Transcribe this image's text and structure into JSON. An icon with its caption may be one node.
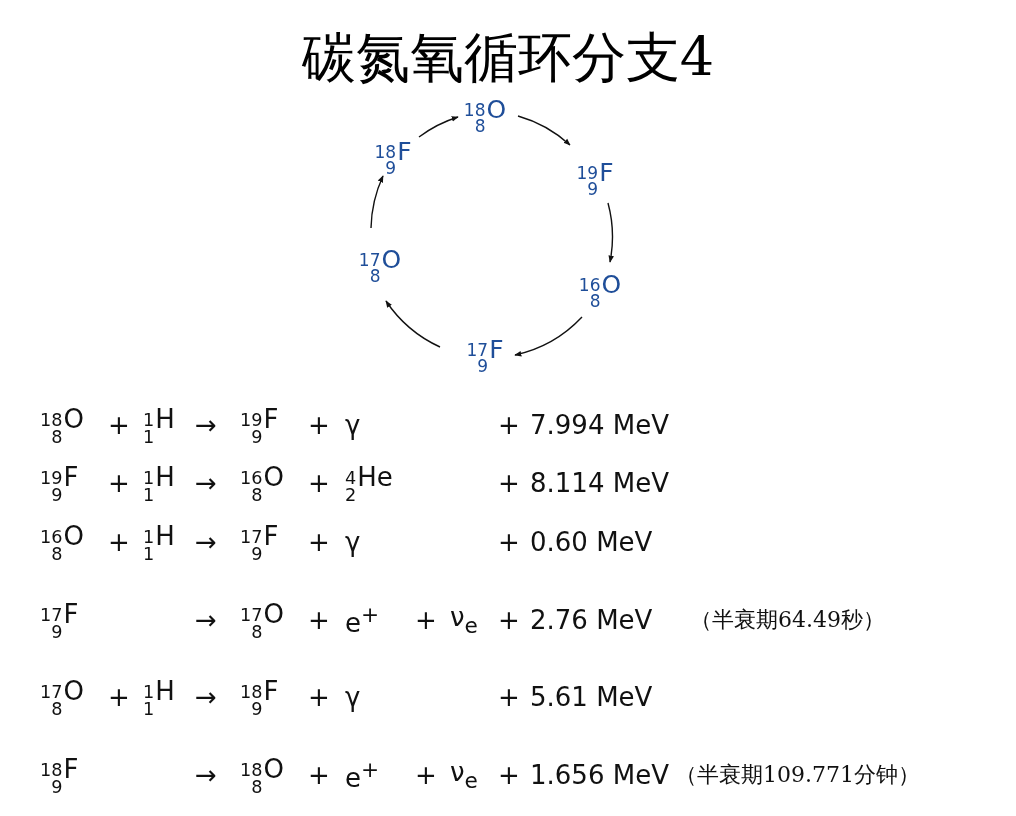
{
  "diagram": {
    "title": "碳氮氧循环分支4",
    "nodes": [
      {
        "text": [
          "$^{18}$$_{8}$O"
        ]
      },
      {
        "text": [
          "$^{19}$$_{9}$F"
        ]
      },
      {
        "text": [
          "$^{16}$$_{8}$O"
        ]
      },
      {
        "text": [
          "$^{17}$$_{9}$F"
        ]
      },
      {
        "text": [
          "$^{17}$$_{8}$O"
        ]
      },
      {
        "text": [
          "$^{18}$$_{9}$F"
        ]
      }
    ],
    "edges": [
      {
        "from": 0,
        "to": 1,
        "arrow": "to"
      },
      {
        "from": 1,
        "to": 2,
        "arrow": "to"
      },
      {
        "from": 2,
        "to": 3,
        "arrow": "to"
      },
      {
        "from": 3,
        "to": 4,
        "arrow": "to"
      },
      {
        "from": 4,
        "to": 5,
        "arrow": "to"
      },
      {
        "from": 5,
        "to": 0,
        "arrow": "to"
      }
    ],
    "labels": [
      "$^{18}$$_{8}$O",
      "+",
      "$^{1}$$_{1}$H",
      "→",
      "$^{19}$$_{9}$F",
      "+",
      "γ",
      "+",
      "7.994 MeV",
      "$^{19}$$_{9}$F",
      "+",
      "$^{1}$$_{1}$H",
      "→",
      "$^{16}$$_{8}$O",
      "+",
      "$^{4}$$_{2}$He",
      "+",
      "8.114 MeV",
      "$^{16}$$_{8}$O",
      "+",
      "$^{1}$$_{1}$H",
      "→",
      "$^{17}$$_{9}$F",
      "+",
      "γ",
      "+",
      "0.60 MeV",
      "$^{17}$$_{9}$F",
      "→",
      "$^{17}$$_{8}$O",
      "+",
      "e$^{+}$",
      "+",
      "ν$_{e}$",
      "+",
      "2.76 MeV",
      "（半衰期64.49秒）",
      "$^{17}$$_{8}$O",
      "+",
      "$^{1}$$_{1}$H",
      "→",
      "$^{18}$$_{9}$F",
      "+",
      "γ",
      "+",
      "5.61 MeV",
      "$^{18}$$_{9}$F",
      "→",
      "$^{18}$$_{8}$O",
      "+",
      "e$^{+}$",
      "+",
      "ν$_{e}$",
      "+",
      "1.656 MeV",
      "（半衰期109.771分钟）"
    ]
  }
}
